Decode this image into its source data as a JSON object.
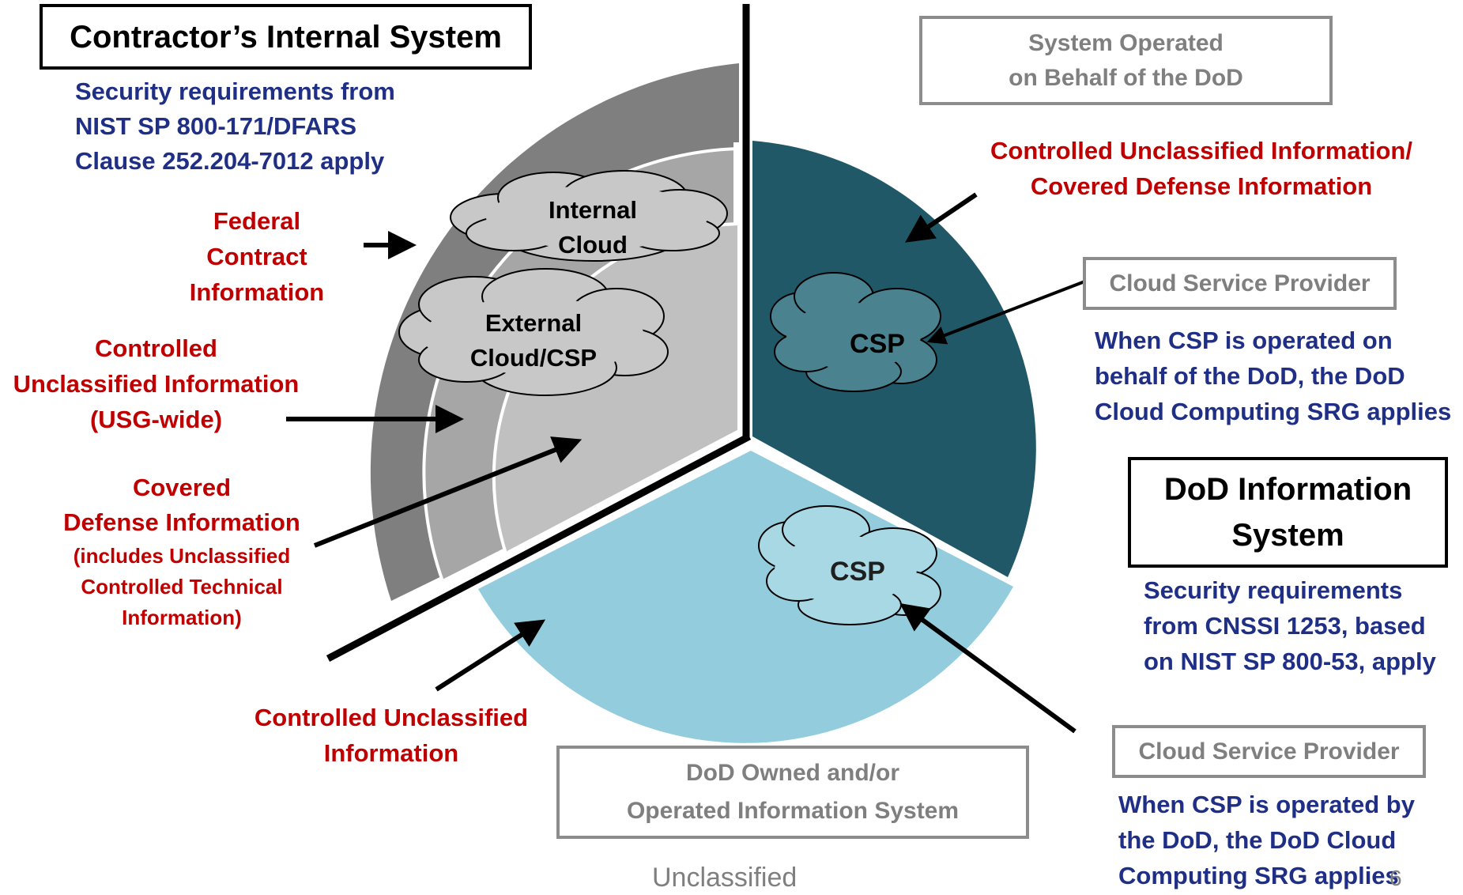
{
  "contractor": {
    "title": "Contractor’s Internal System",
    "requirements": [
      "Security requirements from",
      "NIST SP 800-171/DFARS",
      "Clause 252.204-7012 apply"
    ]
  },
  "labels": {
    "federal_contract": [
      "Federal",
      "Contract",
      "Information"
    ],
    "cui_usg": [
      "Controlled",
      "Unclassified Information",
      "(USG-wide)"
    ],
    "cdi_title": [
      "Covered",
      "Defense Information"
    ],
    "cdi_note": [
      "(includes Unclassified",
      "Controlled Technical",
      "Information)"
    ],
    "cui_bottom": [
      "Controlled Unclassified",
      "Information"
    ],
    "cui_cdi_top": [
      "Controlled Unclassified Information/",
      "Covered Defense Information"
    ]
  },
  "clouds": {
    "internal": [
      "Internal",
      "Cloud"
    ],
    "external": [
      "External",
      "Cloud/CSP"
    ],
    "csp_teal": "CSP",
    "csp_light": "CSP"
  },
  "boxes": {
    "system_behalf": [
      "System  Operated",
      "on Behalf of the DoD"
    ],
    "csp_top": "Cloud Service Provider",
    "dod_info_system": [
      "DoD Information",
      "System"
    ],
    "dod_owned": [
      "DoD Owned and/or",
      "Operated Information System"
    ],
    "csp_bottom": "Cloud Service Provider"
  },
  "notes": {
    "csp_behalf": [
      "When CSP is operated  on",
      "behalf of the DoD, the DoD",
      "Cloud Computing SRG applies"
    ],
    "cnssi": [
      "Security  requirements",
      "from CNSSI 1253, based",
      "on NIST SP 800-53, apply"
    ],
    "csp_by_dod": [
      "When CSP is operated  by",
      "the DoD, the DoD Cloud",
      "Computing SRG applies"
    ]
  },
  "footer": {
    "marking": "Unclassified",
    "page": "6"
  },
  "colors": {
    "outer_ring": "#7f7f7f",
    "middle_ring": "#a6a6a6",
    "inner_ring": "#c0c0c0",
    "teal_sector": "#215868",
    "light_sector": "#93cddd",
    "cloud_teal": "#4b8290",
    "cloud_light": "#a9d8e5",
    "cloud_gray": "#d0d0d0",
    "red_text": "#c00000",
    "navy_text": "#1f2f86"
  }
}
